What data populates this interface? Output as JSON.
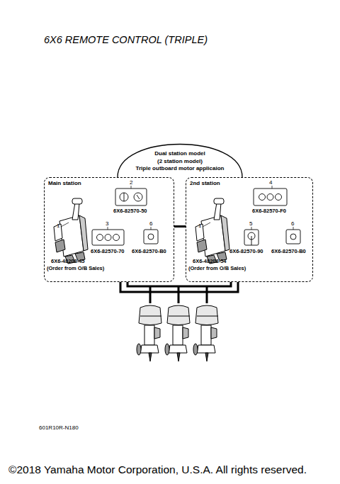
{
  "diagram": {
    "title": "6X6 REMOTE CONTROL (TRIPLE)",
    "caption": "©2018 Yamaha Motor Corporation, U.S.A. All rights reserved.",
    "nodes": [
      {
        "text": [
          "Main station"
        ]
      },
      {
        "text": [
          "2nd station"
        ]
      },
      {
        "text": [
          "Dual station model",
          "(2 station model)",
          "Triple outboard motor applicaion"
        ]
      }
    ],
    "edges": [
      {
        "from": 0,
        "to": 1,
        "arrow": "none"
      }
    ],
    "labels": [
      "1",
      "6X6-48208-45",
      "(Order from O/B Sales)",
      "2",
      "6X6-82570-50",
      "3",
      "6X6-82570-70",
      "6",
      "6X6-82570-B0",
      "4",
      "6X6-82570-F0",
      "1",
      "6X6-48208-54",
      "(Order from O/B Sales)",
      "5",
      "6X6-82570-90",
      "6",
      "6X6-82570-B0",
      "601R10R-N180"
    ]
  }
}
